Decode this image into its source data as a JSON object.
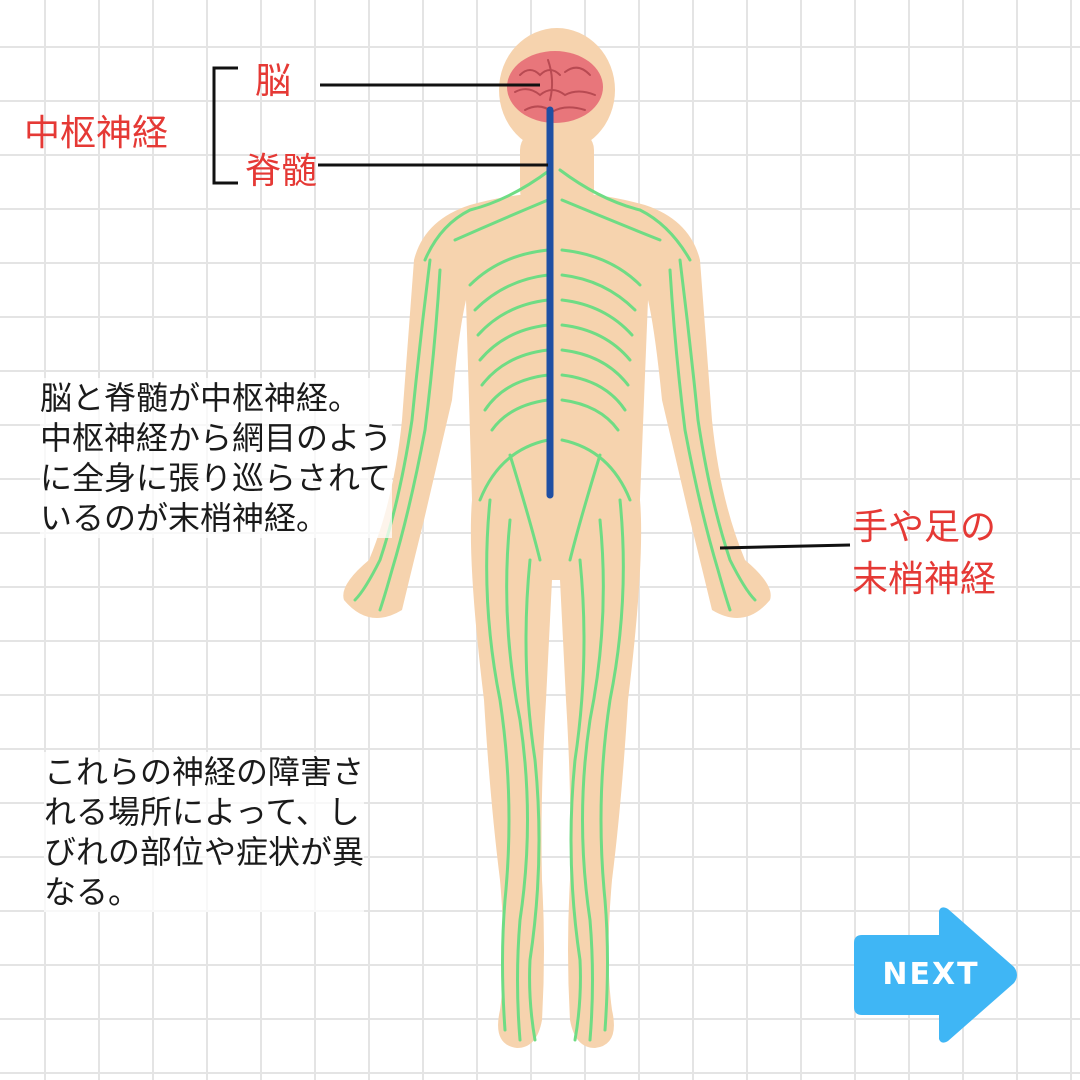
{
  "labels": {
    "central_nerve": "中枢神経",
    "brain": "脳",
    "spinal_cord": "脊髄",
    "peripheral_line1": "手や足の",
    "peripheral_line2": "末梢神経"
  },
  "description_1": {
    "line1": "脳と脊髄が中枢神経。",
    "line2": "中枢神経から網目のよう",
    "line3": "に全身に張り巡らされて",
    "line4": "いるのが末梢神経。"
  },
  "description_2": {
    "line1": "これらの神経の障害さ",
    "line2": "れる場所によって、し",
    "line3": "びれの部位や症状が異",
    "line4": "なる。"
  },
  "next_button": {
    "label": "NEXT"
  },
  "colors": {
    "label_red": "#e53935",
    "skin": "#f6d3ae",
    "nerve_green": "#6fdc84",
    "spine_blue": "#1f4fa3",
    "brain_pink": "#e8767b",
    "next_blue": "#3fb6f5",
    "grid": "#e4e4e4"
  }
}
